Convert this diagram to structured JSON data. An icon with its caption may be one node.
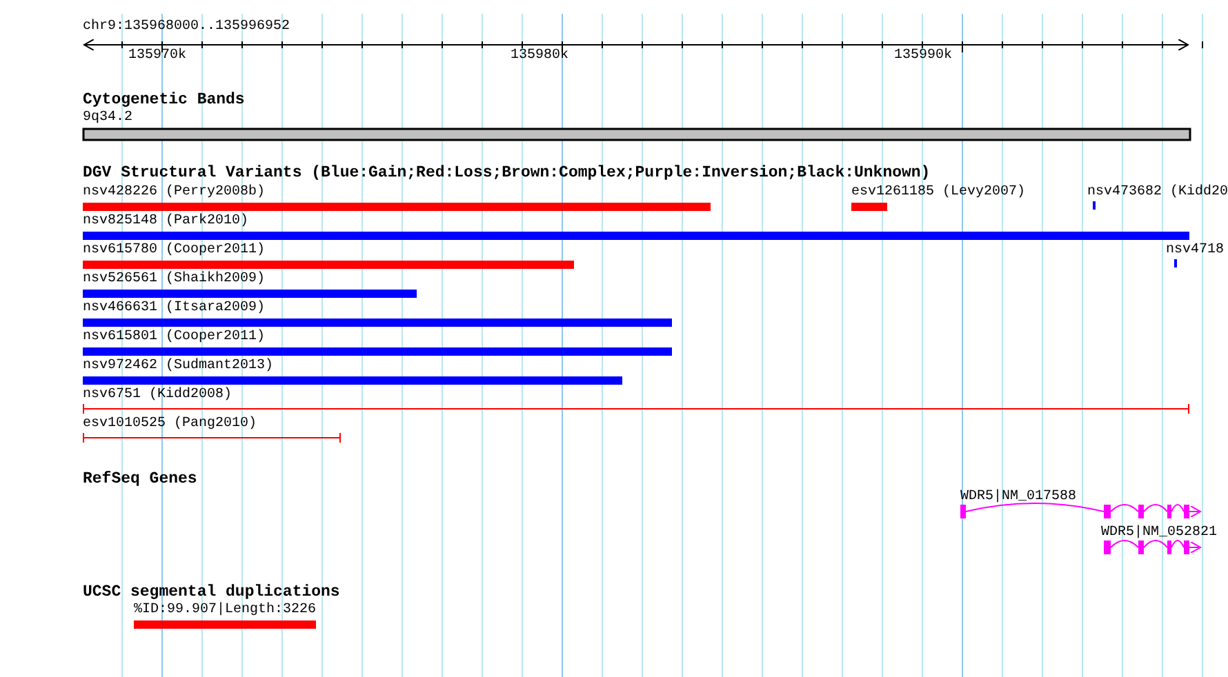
{
  "diagram": {
    "labels": [
      "chr9:135968000..135996952",
      "135970k",
      "135980k",
      "135990k",
      "Cytogenetic Bands",
      "9q34.2",
      "DGV Structural Variants (Blue:Gain;Red:Loss;Brown:Complex;Purple:Inversion;Black:Unknown)",
      "nsv428226 (Perry2008b)",
      "esv1261185 (Levy2007)",
      "nsv473682 (Kidd20",
      "nsv825148 (Park2010)",
      "nsv615780 (Cooper2011)",
      "nsv4718",
      "nsv526561 (Shaikh2009)",
      "nsv466631 (Itsara2009)",
      "nsv615801 (Cooper2011)",
      "nsv972462 (Sudmant2013)",
      "nsv6751 (Kidd2008)",
      "esv1010525 (Pang2010)",
      "RefSeq Genes",
      "WDR5|NM_017588",
      "WDR5|NM_052821",
      "UCSC segmental duplications",
      "%ID:99.907|Length:3226"
    ]
  }
}
